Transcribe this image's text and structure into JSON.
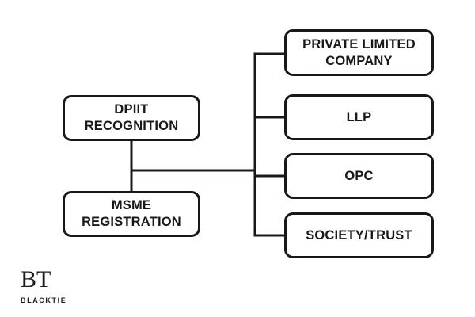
{
  "diagram": {
    "type": "flowchart",
    "background_color": "#ffffff",
    "line_color": "#17181a",
    "text_color": "#17181a",
    "nodes": {
      "dpiit": {
        "label": "DPIIT\nRECOGNITION"
      },
      "msme": {
        "label": "MSME\nREGISTRATION"
      },
      "private_limited": {
        "label": "PRIVATE LIMITED\nCOMPANY"
      },
      "llp": {
        "label": "LLP"
      },
      "opc": {
        "label": "OPC"
      },
      "society_trust": {
        "label": "SOCIETY/TRUST"
      }
    }
  },
  "logo": {
    "mark": "BT",
    "wordmark": "BLACKTIE"
  }
}
